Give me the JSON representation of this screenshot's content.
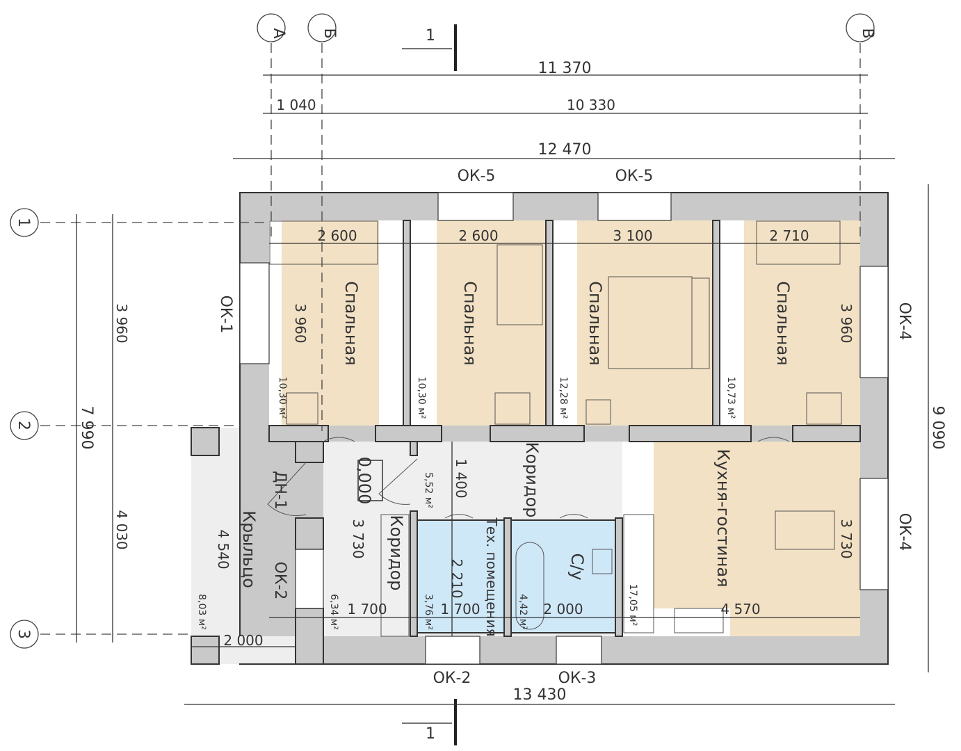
{
  "axes": {
    "cols": [
      "А",
      "Б",
      "В"
    ],
    "rows": [
      "1",
      "2",
      "3"
    ]
  },
  "section": {
    "label_top": "1",
    "label_bottom": "1"
  },
  "dimensions": {
    "overall_axes": "11 370",
    "a_b": "1 040",
    "b_v": "10 330",
    "overall_top": "12 470",
    "overall_bottom": "13 430",
    "left_total": "7 990",
    "left_1_2": "3 960",
    "left_2_3": "4 030",
    "right_total": "9 090",
    "bed1_w": "2 600",
    "bed1_h": "3 960",
    "bed2_w": "2 600",
    "bed3_w": "3 100",
    "bed4_w": "2 710",
    "bed4_h": "3 960",
    "corr_h": "3 730",
    "corr_w": "1 700",
    "corr2_w": "1 400",
    "tech_h": "2 210",
    "tech_w": "1 700",
    "wc_w": "2 000",
    "kitchen_h": "3 730",
    "kitchen_w": "4 570",
    "porch_h": "4 540",
    "porch_w": "2 000"
  },
  "openings": {
    "ok1": "ОК-1",
    "ok2a": "ОК-2",
    "ok2b": "ОК-2",
    "ok3": "ОК-3",
    "ok4a": "ОК-4",
    "ok4b": "ОК-4",
    "ok5a": "ОК-5",
    "ok5b": "ОК-5",
    "dn1": "ДН-1"
  },
  "rooms": {
    "bed1": {
      "name": "Спальная",
      "area": "10,30 м²"
    },
    "bed2": {
      "name": "Спальная",
      "area": "10,30 м²"
    },
    "bed3": {
      "name": "Спальная",
      "area": "12,28 м²"
    },
    "bed4": {
      "name": "Спальная",
      "area": "10,73 м²"
    },
    "corridor_main": {
      "name": "Коридор",
      "area": "5,52 м²"
    },
    "corridor_entry": {
      "name": "Коридор",
      "area": "6,34 м²"
    },
    "tech": {
      "name": "Тех. помещения",
      "area": "3,76 м²"
    },
    "wc": {
      "name": "С/у",
      "area": "4,42 м²"
    },
    "kitchen": {
      "name": "Кухня-гостиная",
      "area": "17,05 м²"
    },
    "porch": {
      "name": "Крыльцо",
      "area": "8,03 м²"
    }
  },
  "level_mark": "0,000",
  "colors": {
    "wall": "#c9c9c9",
    "living": "#f2e1c4",
    "wet": "#cfe8f8",
    "service": "#efefef"
  }
}
